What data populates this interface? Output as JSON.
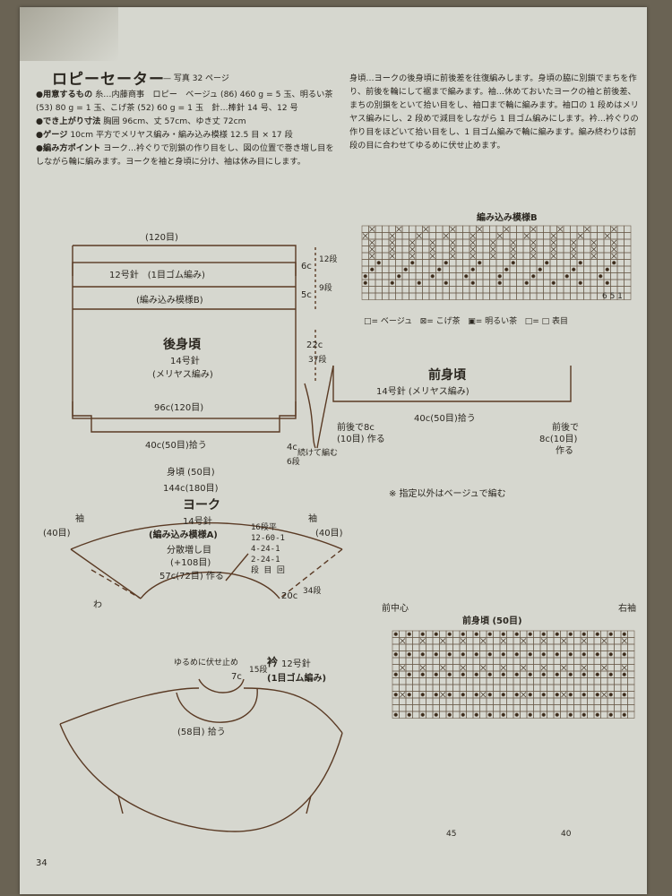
{
  "header": {
    "title": "ロピーセーター",
    "photo_ref": "— 写真 32 ページ"
  },
  "instructions_left": [
    {
      "label": "●用意するもの",
      "text": "糸…内藤商事　ロピー　ベージュ (86) 460 g = 5 玉、明るい茶 (53) 80 g = 1 玉、こげ茶 (52) 60 g = 1 玉　針…棒針 14 号、12 号"
    },
    {
      "label": "●でき上がり寸法",
      "text": "胸囲 96cm、丈 57cm、ゆき丈 72cm"
    },
    {
      "label": "●ゲージ",
      "text": "10cm 平方でメリヤス編み・編み込み模様 12.5 目 × 17 段"
    },
    {
      "label": "●編み方ポイント",
      "text": "ヨーク…衿ぐりで別鎖の作り目をし、図の位置で巻き増し目をしながら輪に編みます。ヨークを袖と身頃に分け、袖は休み目にします。"
    }
  ],
  "instructions_right": "身頃…ヨークの後身頃に前後差を往復編みします。身頃の脇に別鎖でまちを作り、前後を輪にして裾まで編みます。袖…休めておいたヨークの袖と前後差、まちの別鎖をといて拾い目をし、袖口まで輪に編みます。袖口の 1 段めはメリヤス編みにし、2 段めで減目をしながら 1 目ゴム編みにします。衿…衿ぐりの作り目をほどいて拾い目をし、1 目ゴム編みで輪に編みます。編み終わりは前段の目に合わせてゆるめに伏せ止めます。",
  "back_body": {
    "top_stitches": "(120目)",
    "rib_label": "12号針　(1目ゴム編み)",
    "pattern_label": "(編み込み模様B)",
    "name": "後身頃",
    "needle": "14号針",
    "stitch": "(メリヤス編み)",
    "width": "96c(120目)",
    "pick": "40c(50目)拾う",
    "rib_h": "6c",
    "rib_rows": "12段",
    "pat_h": "5c",
    "pat_rows": "9段",
    "body_h": "22c",
    "body_rows": "37段",
    "gusset_h": "4c",
    "gusset_rows": "6段",
    "continue": "続けて編む"
  },
  "front_body": {
    "name": "前身頃",
    "needle": "14号針 (メリヤス編み)",
    "pick": "40c(50目)拾う",
    "left_make": "前後で8c",
    "left_make2": "(10目) 作る",
    "right_make": "前後で",
    "right_make2": "8c(10目)",
    "right_make3": "作る"
  },
  "chart_b": {
    "title": "編み込み模様B",
    "legend": [
      "= ベージュ",
      "= こげ茶",
      "= 明るい茶",
      "= □ 表目"
    ],
    "nums": "6 5 1"
  },
  "yoke": {
    "body_top": "身頃 (50目)",
    "outer": "144c(180目)",
    "name": "ヨーク",
    "needle": "14号針",
    "pattern": "(編み込み模様A)",
    "increase": "分散増し目",
    "increase2": "(+108目)",
    "sleeve_l": "袖",
    "sleeve_l_st": "(40目)",
    "sleeve_r": "袖",
    "sleeve_r_st": "(40目)",
    "inner": "57c(72目) 作る",
    "depth": "20c",
    "depth_rows": "34段",
    "wa": "わ",
    "inc_table": [
      "16段平",
      "12-60-1",
      "4-24-1",
      "2-24-1",
      "段 目 回"
    ]
  },
  "note": "※ 指定以外はベージュで編む",
  "collar": {
    "bindoff": "ゆるめに伏せ止め",
    "name": "衿",
    "needle": "12号針",
    "stitch": "(1目ゴム編み)",
    "height": "7c",
    "rows": "15段",
    "pick": "(58目) 拾う"
  },
  "chart_a": {
    "front_center": "前中心",
    "front_label": "前身頃 (50目)",
    "right_label": "右袖",
    "num_45": "45",
    "num_40": "40"
  },
  "page_number": "34"
}
